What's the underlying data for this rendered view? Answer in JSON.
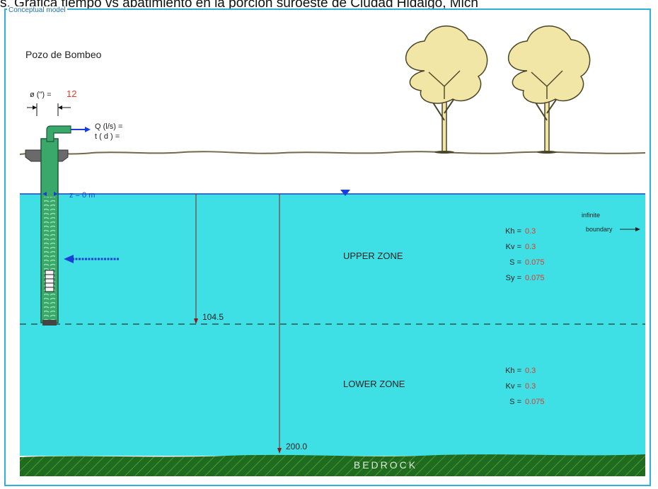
{
  "caption": "s. Gráfica tiempo vs abatimiento en la porción suroeste de Ciudad Hidalgo, Mich",
  "panel_title": "Conceptual model",
  "well_title": "Pozo de Bombeo",
  "diameter_label": "ø (\") =",
  "diameter_value": "12",
  "q_label": "Q (l/s) =",
  "t_label": "t ( d ) =",
  "water_level_label": "z = 0 m",
  "upper_depth": "104.5",
  "bottom_depth": "200.0",
  "infinite_boundary_line1": "infinite",
  "infinite_boundary_line2": "boundary",
  "upper_zone": {
    "name": "UPPER ZONE",
    "params": [
      {
        "label": "Kh =",
        "value": "0.3"
      },
      {
        "label": "Kv =",
        "value": "0.3"
      },
      {
        "label": "S =",
        "value": "0.075"
      },
      {
        "label": "Sy =",
        "value": "0.075"
      }
    ]
  },
  "lower_zone": {
    "name": "LOWER ZONE",
    "params": [
      {
        "label": "Kh =",
        "value": "0.3"
      },
      {
        "label": "Kv =",
        "value": "0.3"
      },
      {
        "label": "S =",
        "value": "0.075"
      }
    ]
  },
  "bedrock_label": "BEDROCK",
  "colors": {
    "water": "#3ee0e6",
    "bedrock": "#1f6b1f",
    "value_red": "#e03a2a",
    "arrow_blue": "#1a3fd8",
    "frame": "#2fb0d8",
    "tree_canopy": "#f2e6a6",
    "well_green": "#3aa86a"
  }
}
